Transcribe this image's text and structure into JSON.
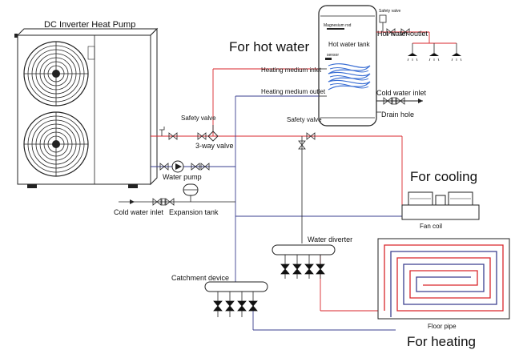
{
  "colors": {
    "hot_pipe": "#d9262b",
    "cold_pipe": "#3a3f8f",
    "coil": "#3b6fd4",
    "line": "#222222"
  },
  "labels": {
    "heat_pump": "DC Inverter Heat Pump",
    "for_hot_water": "For hot water",
    "for_cooling": "For cooling",
    "for_heating": "For heating",
    "heating_medium_inlet": "Heating medium  inlet",
    "heating_medium_outlet": "Heating medium  outlet",
    "hot_water_tank": "Hot water tank",
    "magnesium_rod": "Magnesium rod",
    "sensor": "sensor",
    "safety_valve_top": "Safety valve",
    "hot_water_outlet": "Hot water outlet",
    "cold_water_inlet_right": "Cold water inlet",
    "drain_hole": "Drain hole",
    "safety_valve_mid": "Safety valve",
    "safety_valve_left": "Safety valve",
    "three_way_valve": "3-way valve",
    "water_pump": "Water pump",
    "cold_water_inlet_left": "Cold water inlet",
    "expansion_tank": "Expansion tank",
    "fan_coil": "Fan coil",
    "water_diverter": "Water diverter",
    "catchment_device": "Catchment device",
    "floor_pipe": "Floor pipe"
  }
}
